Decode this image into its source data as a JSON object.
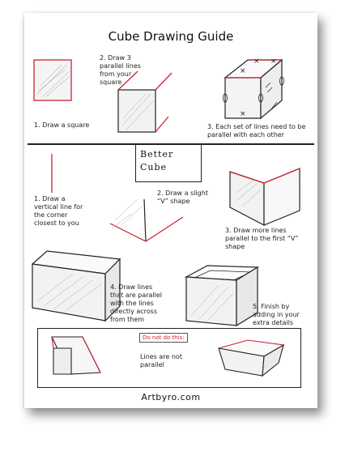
{
  "title": "Cube Drawing Guide",
  "section1": {
    "step1": "1. Draw a square",
    "step2": [
      "2. Draw 3",
      "parallel lines",
      "from your",
      "square"
    ],
    "step3": [
      "3. Each set of lines need to be",
      "parallel with each other"
    ]
  },
  "section2": {
    "better_label": [
      "Better",
      "Cube"
    ],
    "step1": [
      "1. Draw a",
      "vertical line for",
      "the corner",
      "closest to you"
    ],
    "step2": [
      "2. Draw a slight",
      "“V” shape"
    ],
    "step3": [
      "3. Draw more lines",
      "parallel to the first “V”",
      "shape"
    ],
    "step4": [
      "4. Draw lines",
      "that are parallel",
      "with the lines",
      "directly across",
      "from them"
    ],
    "step5": [
      "5. Finish by",
      "adding in your",
      "extra details"
    ]
  },
  "dont": {
    "label": "Do not do this:",
    "note": [
      "Lines are not",
      "parallel"
    ]
  },
  "footer": "Artbyro.com",
  "colors": {
    "accent": "#cc2233",
    "ink": "#222222"
  }
}
